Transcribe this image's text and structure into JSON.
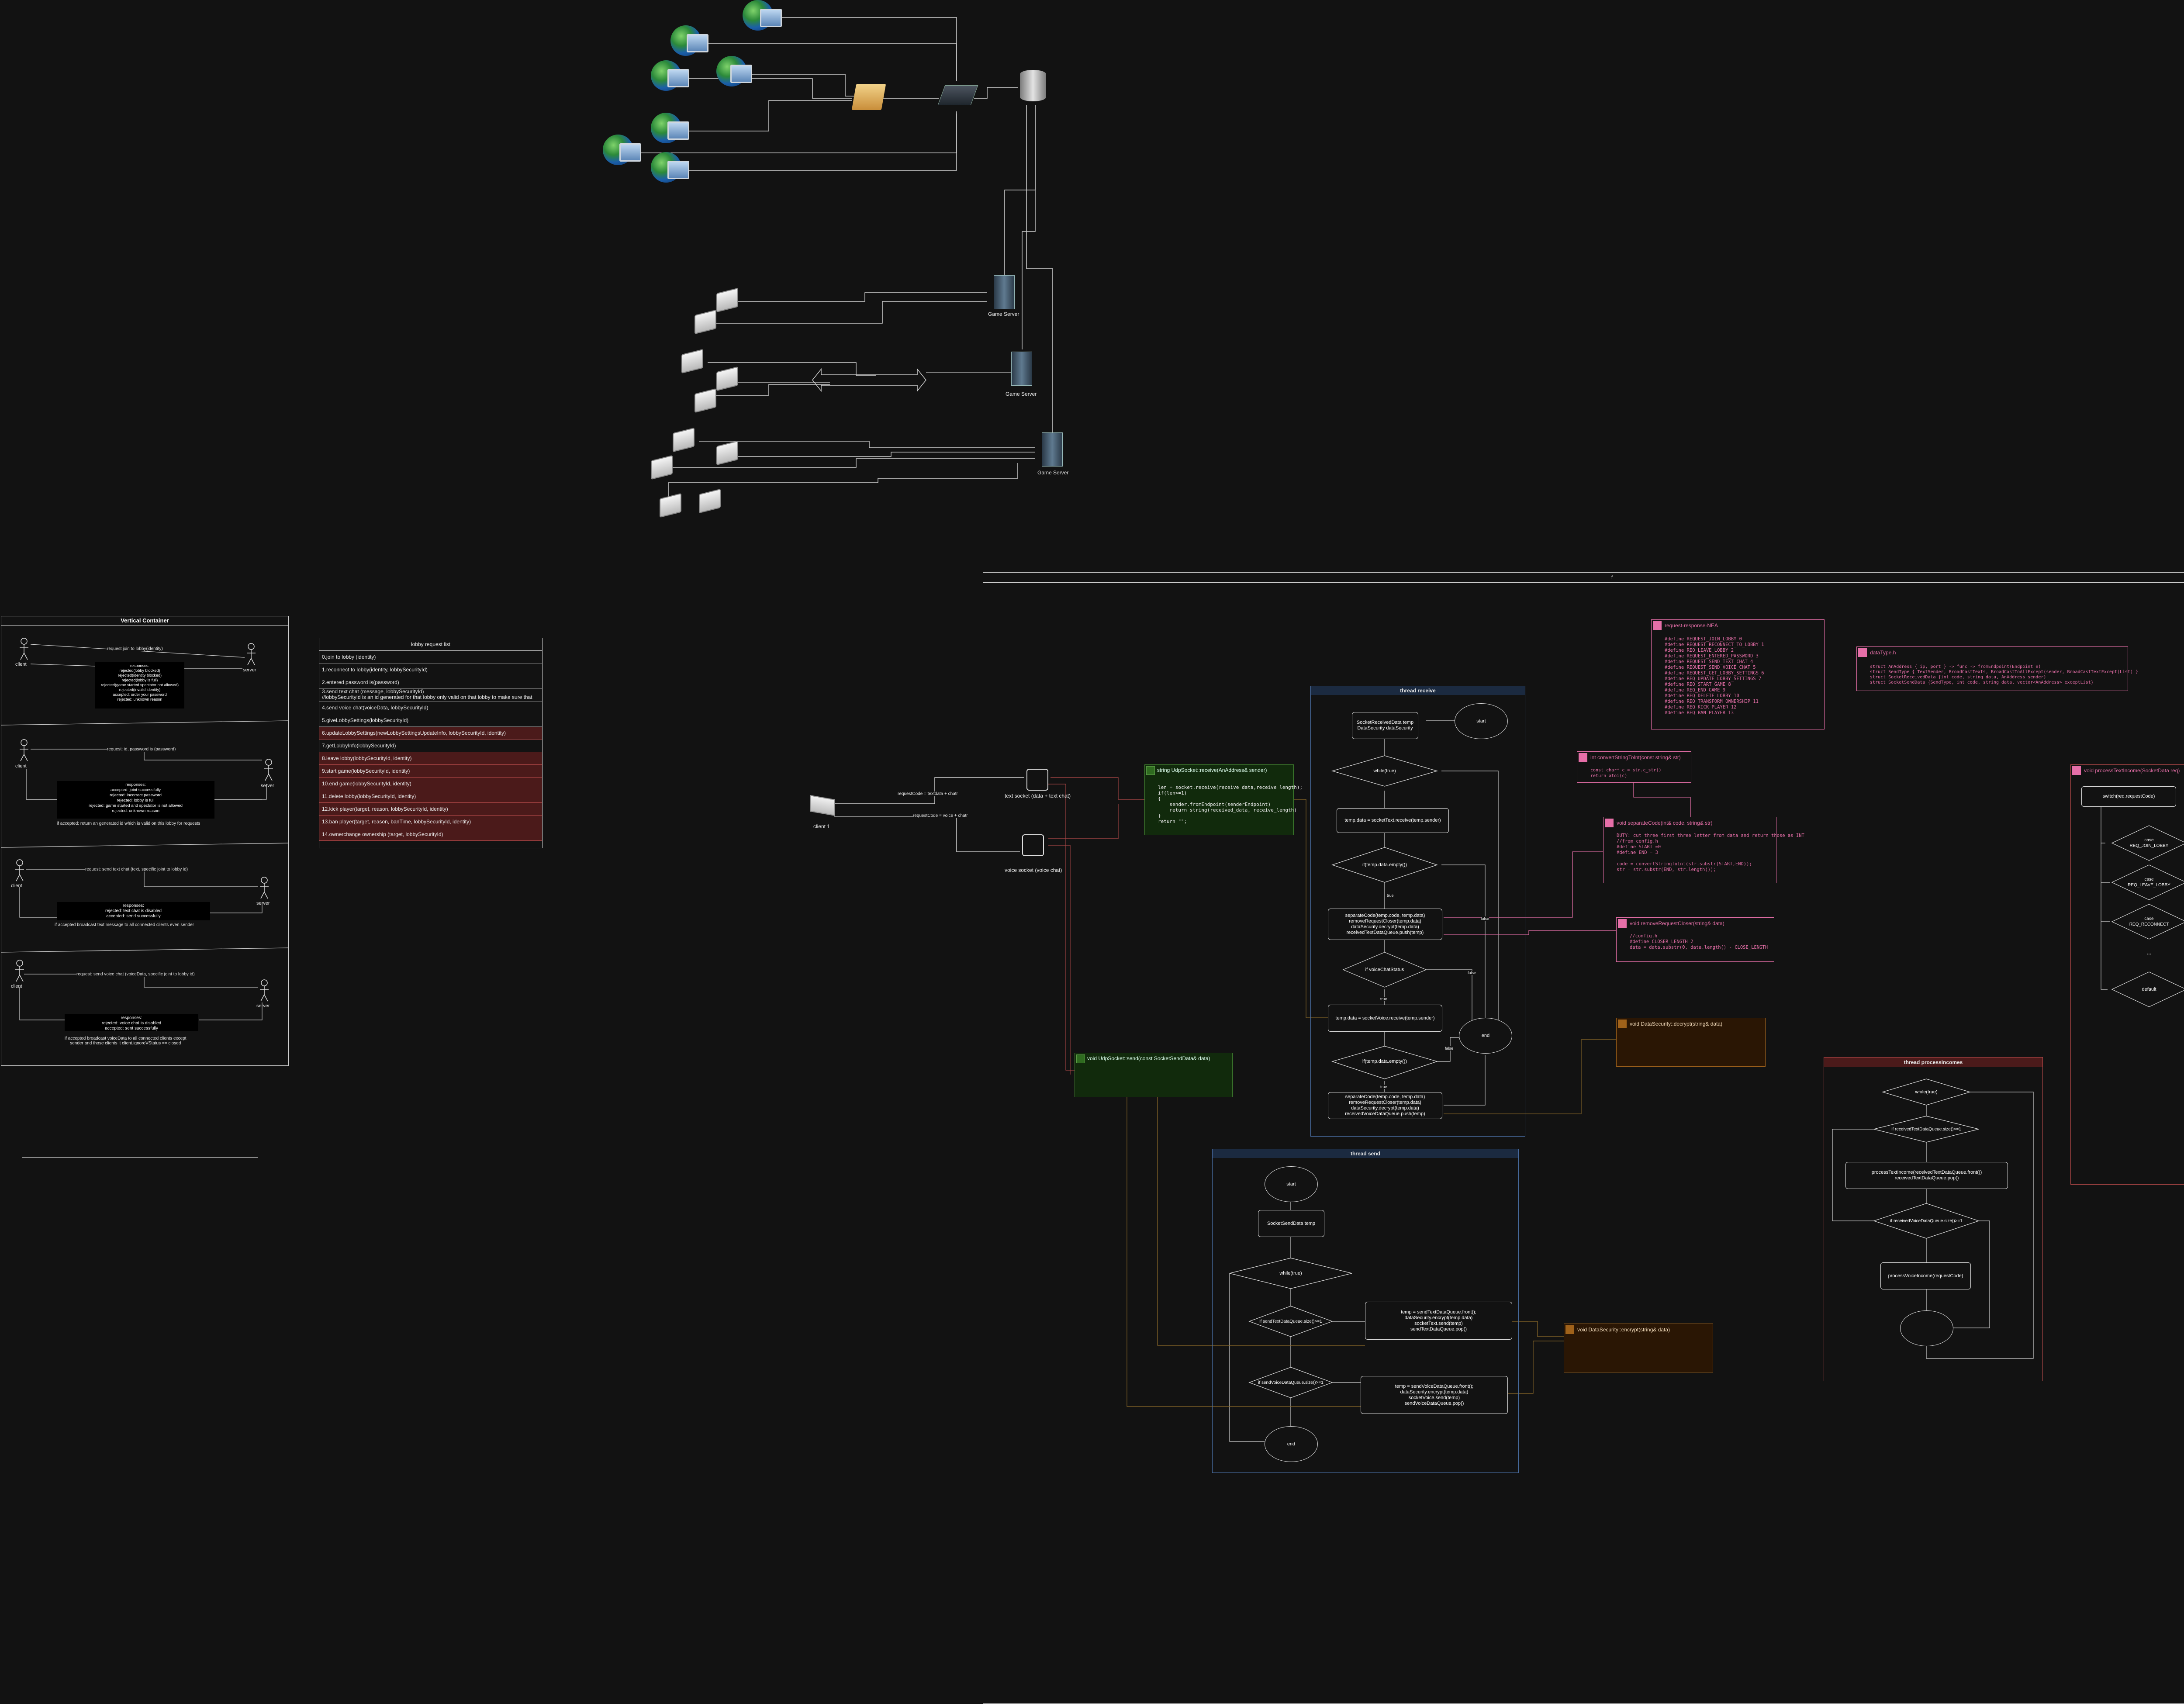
{
  "network": {
    "game_server_label": "Game Server",
    "client_label": "client 1",
    "socket_text_label": "text socket (data + text chat)",
    "socket_voice_label": "voice socket (voice chat)",
    "edge_text": "requestCode = textdata + chatr",
    "edge_voice": "requestCode = voice + chatr"
  },
  "vertical_container": {
    "title": "Vertical Container",
    "client": "client",
    "server": "server",
    "s1_request": "request join to lobby(identity)",
    "s1_response": "responses:\nrejected(lobby blocked)\nrejected(identity blocked)\nrejected(lobby is full)\nrejected(game started spectator not allowed)\nrejected(invalid identity)\naccepted: order your password\nrejected: unknown reason",
    "s2_request": "request: id, password  is (password)",
    "s2_response": "responses:\naccepted: joint successfully\nrejected: incorrect password\nrejected: lobby is full\nrejected: game started and spectator is not allowed\nrejected: unknown reason",
    "s2_note": "if accepted: return an generated id which is valid on this lobby for requests",
    "s3_request": "request: send text chat (text, specific joint to lobby id)",
    "s3_response": "responses:\nrejected: text chat is disabled\naccepted: send successfully",
    "s3_note": "if accepted broadcast text message to all connected clients even sender",
    "s4_request": "request: send voice chat (voiceData, specific joint to lobby id)",
    "s4_response": "responses:\nrejected: voice chat is disabled\naccepted: sent successfully",
    "s4_note": "if accepted broadcast voiceData to all connected clients except\nsender and  those clients it client.ignoreVStatus == closed"
  },
  "lobby_list": {
    "title": "lobby request list",
    "items": [
      {
        "text": "0.join to lobby (identity)",
        "red": false
      },
      {
        "text": "1.reconnect to lobby(identity, lobbySecurityId)",
        "red": false
      },
      {
        "text": "2.entered password is(password)",
        "red": false
      },
      {
        "text": "3.send text chat (message, lobbySecurityId)\n//lobbySecurityId is an id generated for that lobby only valid on that lobby to make sure that",
        "red": false
      },
      {
        "text": "4.send voice chat(voiceData, lobbySecurityId)",
        "red": false
      },
      {
        "text": "5.giveLobbySettings(lobbySecurityId)",
        "red": false
      },
      {
        "text": "6.updateLobbySettings(newLobbySettingsUpdateInfo, lobbySecurityId, identity)",
        "red": true
      },
      {
        "text": "7.getLobbyInfo(lobbySecurityId)",
        "red": false
      },
      {
        "text": "8.leave lobby(lobbySecurityId, identity)",
        "red": true
      },
      {
        "text": "9.start game(lobbySecurityId, identity)",
        "red": true
      },
      {
        "text": "10.end game(lobbySecurityId, identity)",
        "red": true
      },
      {
        "text": "11.delete lobby(lobbySecurityId, identity)",
        "red": true
      },
      {
        "text": "12.kick player(target, reason, lobbySecurityId, identity)",
        "red": true
      },
      {
        "text": "13.ban player(target, reason, banTime, lobbySecurityId, identity)",
        "red": true
      },
      {
        "text": "14.ownerchange ownership (target, lobbySecurityId)",
        "red": true
      }
    ]
  },
  "big_container": {
    "title": "f"
  },
  "receive_fn": {
    "title": "string UdpSocket::receive(AnAddress& sender)",
    "code": "len = socket.receive(receive_data,receive_length);\nif(len>=1)\n{\n    sender.fromEndpoint(senderEndpoint)\n    return string(received_data, receive_length)\n}\nreturn \"\";"
  },
  "send_fn": {
    "title": "void UdpSocket::send(const SocketSendData& data)"
  },
  "request_response": {
    "title": "request-response-NEA",
    "code": "#define REQUEST_JOIN_LOBBY 0\n#define REQUEST_RECONNECT_TO_LOBBY 1\n#define REQ_LEAVE_LOBBY 2\n#define REQUEST_ENTERED_PASSWORD 3\n#define REQUEST_SEND_TEXT_CHAT 4\n#define REQUEST_SEND_VOICE_CHAT 5\n#define REQUEST_GET_LOBBY_SETTINGS 6\n#define REQ_UPDATE_LOBBY_SETTINGS 7\n#define REQ_START_GAME 8\n#define REQ_END GAME 9\n#define REQ DELETE LOBBY 10\n#define REQ TRANSFORM OWNERSHIP 11\n#define REQ KICK PLAYER 12\n#define REQ BAN PLAYER 13"
  },
  "data_type": {
    "title": "dataType.h",
    "code": "struct AnAddress { ip, port } -> func -> fromEndpoint(Endpoint e)\nstruct SendType { TextSender, BroadCastTexts, BroadCastToAllExcept(sender, BroadCastTextExcept(List) }\nstruct SocketReceivedData {int code, string data, AnAddress sender}\nstruct SocketSendData {SendType, int code, string data, vector<AnAddress> exceptList}"
  },
  "thread_receive": {
    "title": "thread receive",
    "start": "start",
    "n1": "SocketReceivedData temp\nDataSecurity dataSecurity",
    "loop": "while(true)",
    "n2": "temp.data = socketText.receive(temp.sender)",
    "cond1": "if(temp.data.empty())",
    "n3": "separateCode(temp.code, temp.data)\nremoveRequestCloser(temp.data)\ndataSecurity.decrypt(temp.data)\nreceivedTextDataQueue.push(temp)",
    "cond2": "if voiceChatStatus",
    "n4": "temp.data = socketVoice.receive(temp.sender)",
    "cond3": "if(temp.data.empty())",
    "n5": "separateCode(temp.code, temp.data)\nremoveRequestCloser(temp.data)\ndataSecurity.decrypt(temp.data)\nreceivedVoiceDataQueue.push(temp)",
    "end": "end",
    "true_lbl": "true",
    "false_lbl": "false"
  },
  "thread_send": {
    "title": "thread send",
    "start": "start",
    "n1": "SocketSendData temp",
    "loop": "while(true)",
    "cond1": "if sendTextDataQueue.size()>=1",
    "n2": "temp = sendTextDataQueue.front();\ndataSecurity.encrypt(temp.data)\nsocketText.send(temp)\nsendTextDataQueue.pop()",
    "cond2": "if sendVoiceDataQueue.size()>=1",
    "n3": "temp = sendVoiceDataQueue.front();\ndataSecurity.encrypt(temp.data)\nsocketVoice.send(temp)\nsendVoiceDataQueue.pop()",
    "end": "end"
  },
  "thread_process": {
    "title": "thread processIncomes",
    "loop": "while(true)",
    "cond1": "if receivedTextDataQueue.size()>=1",
    "n1": "processTextIncome(receivedTextDataQueue.front())\nreceivedTextDataQueue.pop()",
    "cond2": "if receivedVoiceDataQueue.size()>=1",
    "n2": "processVoiceIncome(requestCode)"
  },
  "convert_fn": {
    "title": "int convertStringToInt(const string& str)",
    "code": "const char* c = str.c_str()\nreturn atoi(c)"
  },
  "separate_fn": {
    "title": "void separateCode(int& code, string& str)",
    "code": "DUTY: cut three first three letter from data and return those as INT\n//from config.h\n#define START =0\n#define END = 3\n\ncode = convertStringToInt(str.substr(START,END));\nstr = str.substr(END, str.length());"
  },
  "remove_fn": {
    "title": "void removeRequestCloser(string& data)",
    "code": "//config.h\n#define CLOSER_LENGTH 2\ndata = data.substr(0, data.length() - CLOSE_LENGTH"
  },
  "decrypt_fn": {
    "title": "void DataSecurity::decrypt(string& data)"
  },
  "encrypt_fn": {
    "title": "void DataSecurity::encrypt(string& data)"
  },
  "process_text": {
    "title": "void processTextIncome(SocketData req)",
    "switch": "switch(req.requestCode)",
    "c1": "case\nREQ_JOIN_LOBBY",
    "c2": "case\nREQ_LEAVE_LOBBY",
    "c3": "case\nREQ_RECONNECT",
    "dots": "...",
    "def": "default"
  },
  "colors": {
    "pink": "#e66fa8",
    "green": "#2f6b20",
    "orange": "#7a4a10",
    "red": "#b04848",
    "blue": "#2a4a7a"
  }
}
